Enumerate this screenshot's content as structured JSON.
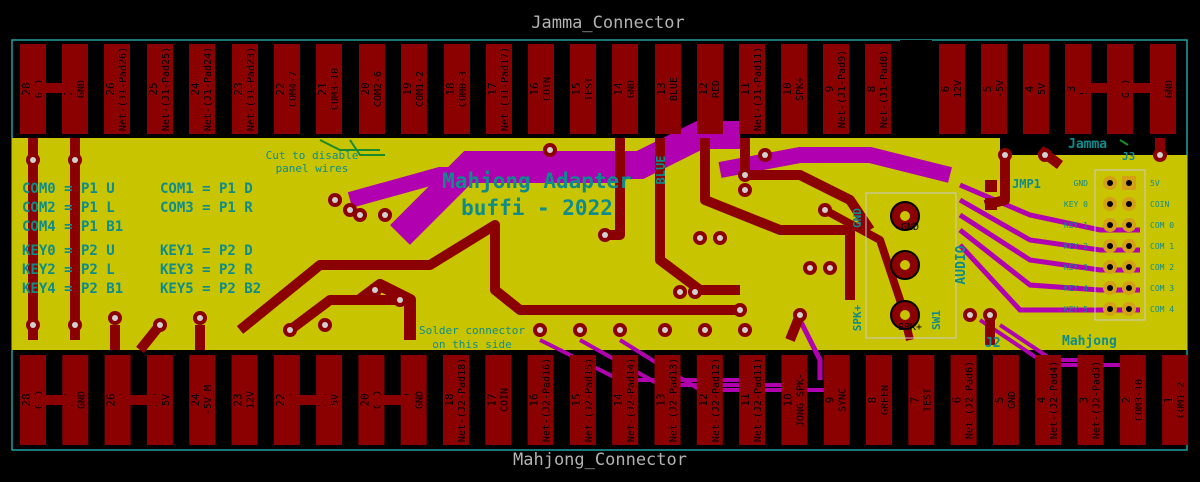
{
  "refs": {
    "top_connector": "Jamma_Connector",
    "bottom_connector": "Mahjong_Connector"
  },
  "top_pins": [
    {
      "num": "28",
      "label": "GND"
    },
    {
      "num": "27",
      "label": "GND"
    },
    {
      "num": "26",
      "label": "Net-(J1-Pad26)"
    },
    {
      "num": "25",
      "label": "Net-(J1-Pad25)"
    },
    {
      "num": "24",
      "label": "Net-(J1-Pad24)"
    },
    {
      "num": "23",
      "label": "Net-(J1-Pad23)"
    },
    {
      "num": "22",
      "label": "COM4-7"
    },
    {
      "num": "21",
      "label": "COM3-10"
    },
    {
      "num": "20",
      "label": "COM2-6"
    },
    {
      "num": "19",
      "label": "COM1-2"
    },
    {
      "num": "18",
      "label": "COM0-3"
    },
    {
      "num": "17",
      "label": "Net-(J1-Pad17)"
    },
    {
      "num": "16",
      "label": "COIN"
    },
    {
      "num": "15",
      "label": "TEST"
    },
    {
      "num": "14",
      "label": "GND"
    },
    {
      "num": "13",
      "label": "BLUE"
    },
    {
      "num": "12",
      "label": "RED"
    },
    {
      "num": "11",
      "label": "Net-(J1-Pad11)"
    },
    {
      "num": "10",
      "label": "SPK+"
    },
    {
      "num": "9",
      "label": "Net-(J1-Pad9)"
    },
    {
      "num": "8",
      "label": "Net-(J1-Pad8)"
    },
    {
      "num": "6",
      "label": "12V"
    },
    {
      "num": "5",
      "label": "-5V"
    },
    {
      "num": "4",
      "label": "5V"
    },
    {
      "num": "3",
      "label": "5V"
    },
    {
      "num": "2",
      "label": "GND"
    },
    {
      "num": "1",
      "label": "GND"
    }
  ],
  "bottom_pins": [
    {
      "num": "28",
      "label": "GND"
    },
    {
      "num": "27",
      "label": "GND"
    },
    {
      "num": "26",
      "label": "5V"
    },
    {
      "num": "25",
      "label": "5V"
    },
    {
      "num": "24",
      "label": "-5V_M"
    },
    {
      "num": "23",
      "label": "12V"
    },
    {
      "num": "22",
      "label": "5V"
    },
    {
      "num": "21",
      "label": "5V"
    },
    {
      "num": "20",
      "label": "GND"
    },
    {
      "num": "19",
      "label": "GND"
    },
    {
      "num": "18",
      "label": "Net-(J2-Pad18)"
    },
    {
      "num": "17",
      "label": "COIN"
    },
    {
      "num": "16",
      "label": "Net-(J2-Pad16)"
    },
    {
      "num": "15",
      "label": "Net-(J2-Pad15)"
    },
    {
      "num": "14",
      "label": "Net-(J2-Pad14)"
    },
    {
      "num": "13",
      "label": "Net-(J2-Pad13)"
    },
    {
      "num": "12",
      "label": "Net-(J2-Pad12)"
    },
    {
      "num": "11",
      "label": "Net-(J2-Pad11)"
    },
    {
      "num": "10",
      "label": "JONG_SPK-"
    },
    {
      "num": "9",
      "label": "SYNC"
    },
    {
      "num": "8",
      "label": "GREEN"
    },
    {
      "num": "7",
      "label": "TEST"
    },
    {
      "num": "6",
      "label": "Net-(J2-Pad6)"
    },
    {
      "num": "5",
      "label": "GND"
    },
    {
      "num": "4",
      "label": "Net-(J2-Pad4)"
    },
    {
      "num": "3",
      "label": "Net-(J2-Pad3)"
    },
    {
      "num": "2",
      "label": "COM3-10"
    },
    {
      "num": "1",
      "label": "COM1-2"
    }
  ],
  "legend": [
    "COM0 = P1 U",
    "COM1 = P1 D",
    "COM2 = P1 L",
    "COM3 = P1 R",
    "COM4 = P1 B1",
    "KEY0 = P2 U",
    "KEY1 = P2 D",
    "KEY2 = P2 L",
    "KEY3 = P2 R",
    "KEY4 = P2 B1",
    "KEY5 = P2 B2"
  ],
  "title": {
    "line1": "Mahjong Adapter",
    "line2": "buffi - 2022"
  },
  "notes": {
    "cut_line1": "Cut to disable",
    "cut_line2": "panel wires",
    "solder_line1": "Solder connector",
    "solder_line2": "on this side"
  },
  "silk": {
    "blue": "BLUE",
    "gnd": "GND",
    "audio": "AUDIO",
    "spk_plus": "SPK+",
    "gnd_pad": "GND",
    "spk_pad": "SPK+",
    "sw1": "SW1",
    "jmp1": "JMP1",
    "jamma": "Jamma",
    "mahjong": "Mahjong",
    "j2": "J2",
    "j3": "J3"
  },
  "header_left": [
    "GND",
    "KEY 0",
    "KEY 1",
    "KEY 2",
    "KEY 3",
    "KEY 4",
    "KEY 5"
  ],
  "header_right": [
    "5V",
    "COIN",
    "COM 0",
    "COM 1",
    "COM 2",
    "COM 3",
    "COM 4"
  ],
  "colors": {
    "board": "#c8c400",
    "copper": "#8b0000",
    "back": "#b000b0",
    "silk": "#0e8c8c",
    "edge": "#1ea0a0"
  }
}
